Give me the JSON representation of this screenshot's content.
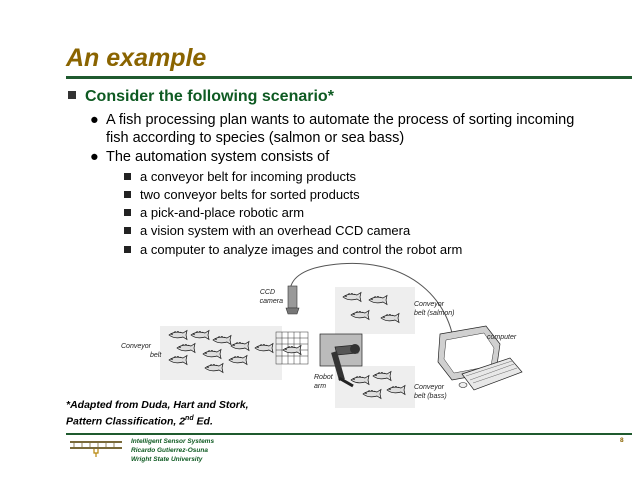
{
  "slide": {
    "title": "An example",
    "heading": "Consider the following scenario*",
    "bullets": [
      "A fish processing plan wants to automate the process of sorting incoming fish according to species (salmon or sea bass)",
      "The automation system consists of"
    ],
    "sub_bullets": [
      "a conveyor belt for incoming products",
      "two conveyor belts for sorted products",
      "a pick-and-place robotic arm",
      "a vision system with an overhead CCD camera",
      "a computer to analyze images and control the robot arm"
    ]
  },
  "diagram": {
    "labels": {
      "ccd_1": "CCD",
      "ccd_2": "camera",
      "conveyor_salmon_1": "Conveyor",
      "conveyor_salmon_2": "belt (salmon)",
      "computer": "computer",
      "conveyor_in_1": "Conveyor",
      "conveyor_in_2": "belt",
      "robot_1": "Robot",
      "robot_2": "arm",
      "conveyor_bass_1": "Conveyor",
      "conveyor_bass_2": "belt (bass)"
    }
  },
  "credit": {
    "line1": "*Adapted from Duda, Hart and Stork,",
    "line2_pre": "Pattern Classification, 2",
    "line2_sup": "nd",
    "line2_post": " Ed."
  },
  "footer": {
    "line1": "Intelligent Sensor Systems",
    "line2": "Ricardo Gutierrez-Osuna",
    "line3": "Wright State University",
    "page": "8"
  }
}
